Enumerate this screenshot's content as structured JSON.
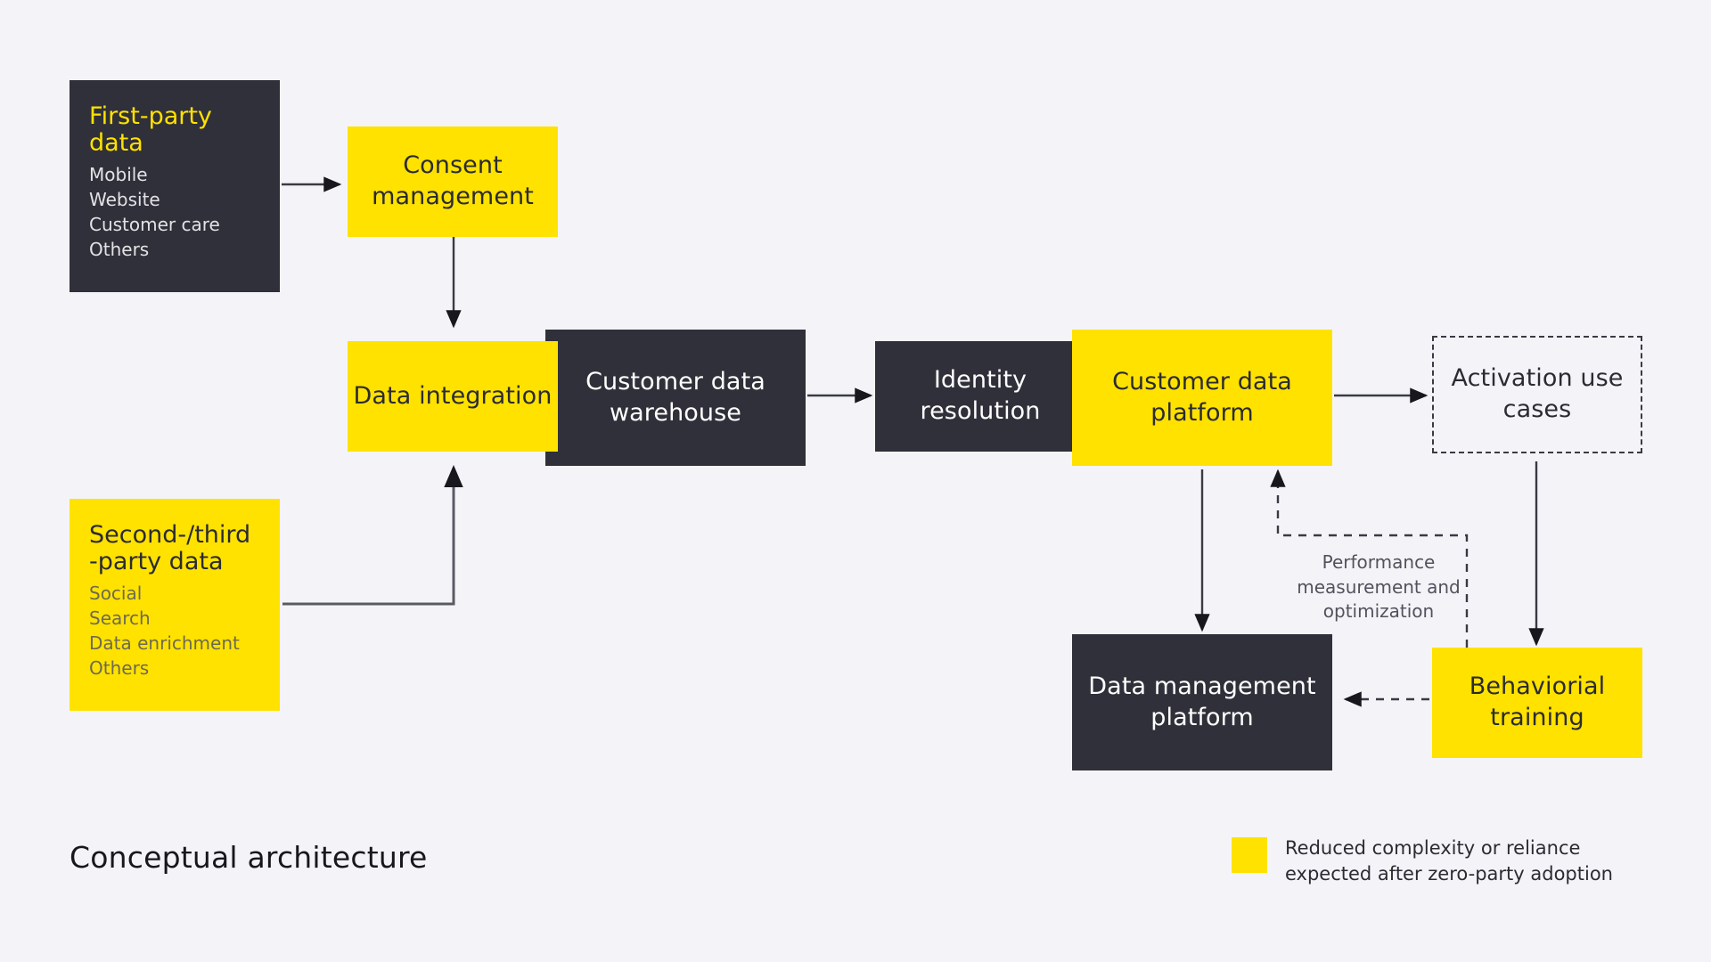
{
  "page": {
    "title": "Conceptual architecture",
    "background_color": "#f4f4f8"
  },
  "colors": {
    "accent_yellow": "#ffe200",
    "dark_box": "#30303a",
    "text_dark": "#2b2b33",
    "text_muted": "#52525e",
    "line": "#3a3a46"
  },
  "nodes": {
    "first_party": {
      "heading": "First-party data",
      "items": [
        "Mobile",
        "Website",
        "Customer care",
        "Others"
      ],
      "style": "dark"
    },
    "second_third_party": {
      "heading": "Second-/third -party data",
      "heading_line1": "Second-/third",
      "heading_line2": "-party data",
      "items": [
        "Social",
        "Search",
        "Data enrichment",
        "Others"
      ],
      "style": "yellow"
    },
    "consent_management": {
      "label": "Consent management",
      "style": "yellow"
    },
    "data_integration": {
      "label": "Data integration",
      "style": "yellow"
    },
    "customer_data_warehouse": {
      "label": "Customer data warehouse",
      "style": "dark"
    },
    "identity_resolution": {
      "label": "Identity resolution",
      "style": "dark"
    },
    "customer_data_platform": {
      "label": "Customer data platform",
      "style": "yellow"
    },
    "activation_use_cases": {
      "label": "Activation use cases",
      "style": "dashed"
    },
    "data_management_platform": {
      "label": "Data management platform",
      "style": "dark"
    },
    "behaviorial_training": {
      "label": "Behaviorial training",
      "style": "yellow"
    }
  },
  "edge_labels": {
    "performance_loop": "Performance measurement and optimization"
  },
  "legend": {
    "swatch_color": "#ffe200",
    "text": "Reduced complexity or reliance expected after zero-party adoption"
  },
  "chart_data": {
    "type": "diagram",
    "title": "Conceptual architecture",
    "nodes": [
      {
        "id": "first_party",
        "label": "First-party data",
        "sub_items": [
          "Mobile",
          "Website",
          "Customer care",
          "Others"
        ],
        "fill": "#30303a"
      },
      {
        "id": "second_third_party",
        "label": "Second-/third -party data",
        "sub_items": [
          "Social",
          "Search",
          "Data enrichment",
          "Others"
        ],
        "fill": "#ffe200"
      },
      {
        "id": "consent_management",
        "label": "Consent management",
        "fill": "#ffe200"
      },
      {
        "id": "data_integration",
        "label": "Data integration",
        "fill": "#ffe200"
      },
      {
        "id": "customer_data_warehouse",
        "label": "Customer data warehouse",
        "fill": "#30303a"
      },
      {
        "id": "identity_resolution",
        "label": "Identity resolution",
        "fill": "#30303a"
      },
      {
        "id": "customer_data_platform",
        "label": "Customer data platform",
        "fill": "#ffe200"
      },
      {
        "id": "activation_use_cases",
        "label": "Activation use cases",
        "fill": "none"
      },
      {
        "id": "data_management_platform",
        "label": "Data management platform",
        "fill": "#30303a"
      },
      {
        "id": "behaviorial_training",
        "label": "Behaviorial training",
        "fill": "#ffe200"
      }
    ],
    "edges": [
      {
        "from": "first_party",
        "to": "consent_management",
        "style": "solid"
      },
      {
        "from": "consent_management",
        "to": "data_integration",
        "style": "solid"
      },
      {
        "from": "second_third_party",
        "to": "data_integration",
        "style": "solid"
      },
      {
        "from": "customer_data_warehouse",
        "to": "identity_resolution",
        "style": "solid"
      },
      {
        "from": "customer_data_platform",
        "to": "activation_use_cases",
        "style": "solid"
      },
      {
        "from": "customer_data_platform",
        "to": "data_management_platform",
        "style": "solid"
      },
      {
        "from": "activation_use_cases",
        "to": "behaviorial_training",
        "style": "solid"
      },
      {
        "from": "behaviorial_training",
        "to": "data_management_platform",
        "style": "dashed"
      },
      {
        "from": "behaviorial_training",
        "to": "customer_data_platform",
        "style": "dashed",
        "label": "Performance measurement and optimization"
      }
    ]
  }
}
